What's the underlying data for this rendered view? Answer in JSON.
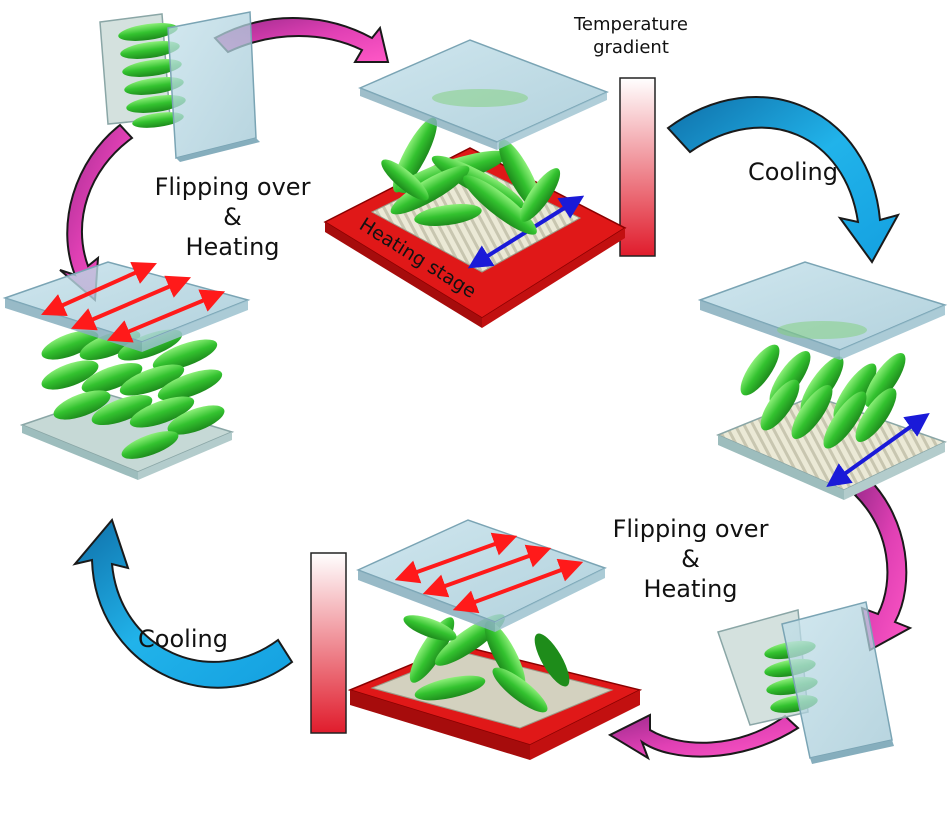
{
  "labels": {
    "temperature_gradient_line1": "Temperature",
    "temperature_gradient_line2": "gradient",
    "cooling_top_right": "Cooling",
    "cooling_bottom_left": "Cooling",
    "flip_left_line1": "Flipping over",
    "flip_left_line2": "&",
    "flip_left_line3": "Heating",
    "flip_right_line1": "Flipping over",
    "flip_right_line2": "&",
    "flip_right_line3": "Heating",
    "heating_stage": "Heating stage"
  },
  "colors": {
    "cooling_arrow": "#1ea8e0",
    "flip_arrow": "#d93aa8",
    "heating_stage": "#e01818",
    "glass": "#a9cfdc",
    "lc_molecule": "#3cc63a",
    "alignment_arrow_red": "#ff1a1a",
    "alignment_arrow_blue": "#1a1ad8",
    "substrate": "#d9d7c4"
  }
}
